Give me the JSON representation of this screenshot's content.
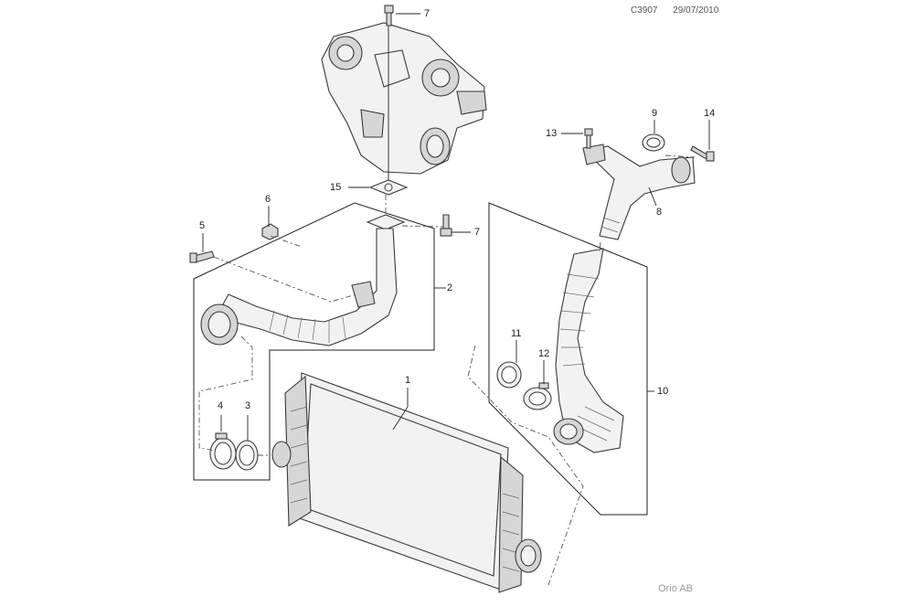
{
  "header": {
    "drawing_code": "C3907",
    "date": "29/07/2010"
  },
  "footer": {
    "brand": "Orio AB"
  },
  "callouts": [
    {
      "id": "c1",
      "text": "1"
    },
    {
      "id": "c2",
      "text": "2"
    },
    {
      "id": "c3",
      "text": "3"
    },
    {
      "id": "c4",
      "text": "4"
    },
    {
      "id": "c5",
      "text": "5"
    },
    {
      "id": "c6",
      "text": "6"
    },
    {
      "id": "c7a",
      "text": "7"
    },
    {
      "id": "c7b",
      "text": "7"
    },
    {
      "id": "c8",
      "text": "8"
    },
    {
      "id": "c9",
      "text": "9"
    },
    {
      "id": "c10",
      "text": "10"
    },
    {
      "id": "c11",
      "text": "11"
    },
    {
      "id": "c12",
      "text": "12"
    },
    {
      "id": "c13",
      "text": "13"
    },
    {
      "id": "c14",
      "text": "14"
    },
    {
      "id": "c15",
      "text": "15"
    }
  ]
}
